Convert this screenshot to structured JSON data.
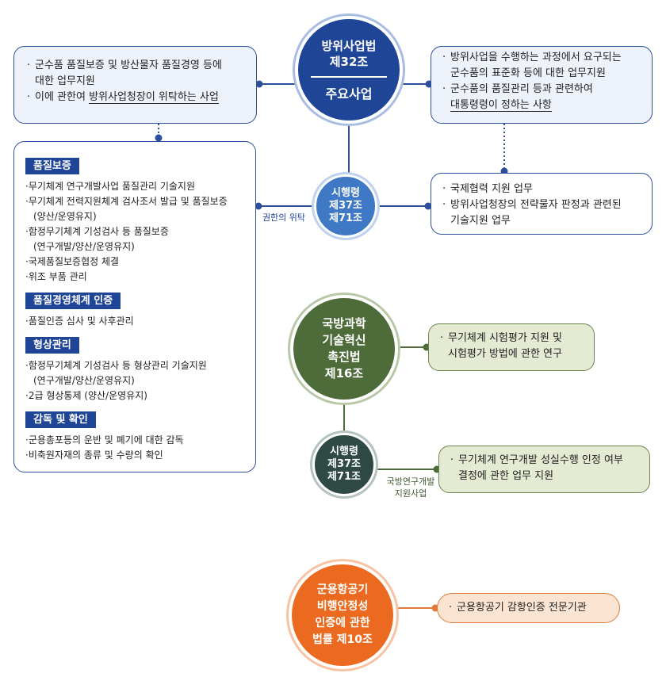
{
  "main_circle": {
    "line1": "방위사업법",
    "line2": "제32조",
    "line3": "주요사업"
  },
  "sub_circle_1": {
    "line1": "시행령",
    "line2": "제37조",
    "line3": "제71조"
  },
  "defense_circle": {
    "line1": "국방과학",
    "line2": "기술혁신",
    "line3": "촉진법",
    "line4": "제16조"
  },
  "sub_circle_2": {
    "line1": "시행령",
    "line2": "제37조",
    "line3": "제71조"
  },
  "air_circle": {
    "line1": "군용항공기",
    "line2": "비행안정성",
    "line3": "인증에 관한",
    "line4": "법률 제10조"
  },
  "label_delegation": "권한의 위탁",
  "label_rnd": {
    "line1": "국방연구개발",
    "line2": "지원사업"
  },
  "box_top_left": {
    "item1_a": "군수품 품질보증 및 방산물자 품질경영 등에",
    "item1_b": "대한 업무지원",
    "item2_prefix": "이에 관한여 ",
    "item2_underlined": "방위사업청장이 위탁하는 사업"
  },
  "box_top_right": {
    "item1_a": "방위사업을 수행하는 과정에서 요구되는",
    "item1_b": "군수품의 표준화 등에 대한 업무지원",
    "item2_a": "군수품의 품질관리 등과 관련하여",
    "item2_underlined": "대통령령이 정하는 사항"
  },
  "box_mid_right": {
    "item1": "국제협력 지원 업무",
    "item2_a": "방위사업청장의 전략물자 판정과 관련된",
    "item2_b": "기술지원 업무"
  },
  "box_big": {
    "s1_title": "품질보증",
    "s1_i1": "무기체계 연구개발사업 품질관리 기술지원",
    "s1_i2": "무기체계 전력지원체계 검사조서 발급 및 품질보증",
    "s1_i2b": "(양산/운영유지)",
    "s1_i3": "함정무기체계 기성검사 등 품질보증",
    "s1_i3b": "(연구개발/양산/운영유지)",
    "s1_i4": "국제품질보증협정 체결",
    "s1_i5": "위조 부품 관리",
    "s2_title": "품질경영체계 인증",
    "s2_i1": "품질인증 심사 및 사후관리",
    "s3_title": "형상관리",
    "s3_i1": "함정무기체계 기성검사 등 형상관리 기술지원",
    "s3_i1b": "(연구개발/양산/운영유지)",
    "s3_i2": "2급 형상통제   (양산/운영유지)",
    "s4_title": "감독 및 확인",
    "s4_i1": "군용총포등의 운반 및 폐기에 대한 감독",
    "s4_i2": "비축원자재의 종류 및 수량의 확인"
  },
  "box_green_1": {
    "line1": "무기체계 시험평가 지원 및",
    "line2": "시험평가 방법에 관한 연구"
  },
  "box_green_2": {
    "line1": "무기체계 연구개발 성실수행 인정 여부",
    "line2": "결정에 관한 업무 지원"
  },
  "box_orange": {
    "line1": "군용항공기 감항인증 전문기관"
  },
  "bullet": "·"
}
